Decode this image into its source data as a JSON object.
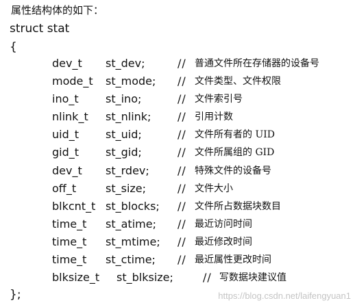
{
  "intro": "属性结构体的如下：",
  "struct_header": "struct stat",
  "open_brace": "{",
  "close_brace": "};",
  "comment_marker": "//",
  "fields": [
    {
      "type": "dev_t",
      "name": "st_dev;",
      "comment": "普通文件所在存储器的设备号"
    },
    {
      "type": "mode_t",
      "name": "st_mode;",
      "comment": "文件类型、文件权限"
    },
    {
      "type": "ino_t",
      "name": "st_ino;",
      "comment": "文件索引号"
    },
    {
      "type": "nlink_t",
      "name": "st_nlink;",
      "comment": "引用计数"
    },
    {
      "type": "uid_t",
      "name": "st_uid;",
      "comment": "文件所有者的 UID"
    },
    {
      "type": "gid_t",
      "name": "st_gid;",
      "comment": "文件所属组的 GID"
    },
    {
      "type": "dev_t",
      "name": "st_rdev;",
      "comment": "特殊文件的设备号"
    },
    {
      "type": "off_t",
      "name": "st_size;",
      "comment": "文件大小"
    },
    {
      "type": "blkcnt_t",
      "name": "st_blocks;",
      "comment": "文件所占数据块数目"
    },
    {
      "type": "time_t",
      "name": "st_atime;",
      "comment": "最近访问时间"
    },
    {
      "type": "time_t",
      "name": "st_mtime;",
      "comment": "最近修改时间"
    },
    {
      "type": "time_t",
      "name": "st_ctime;",
      "comment": "最近属性更改时间"
    },
    {
      "type": "blksize_t",
      "name": "st_blksize;",
      "comment": "写数据块建议值"
    }
  ],
  "watermark": "https://blog.csdn.net/laifengyuan1"
}
